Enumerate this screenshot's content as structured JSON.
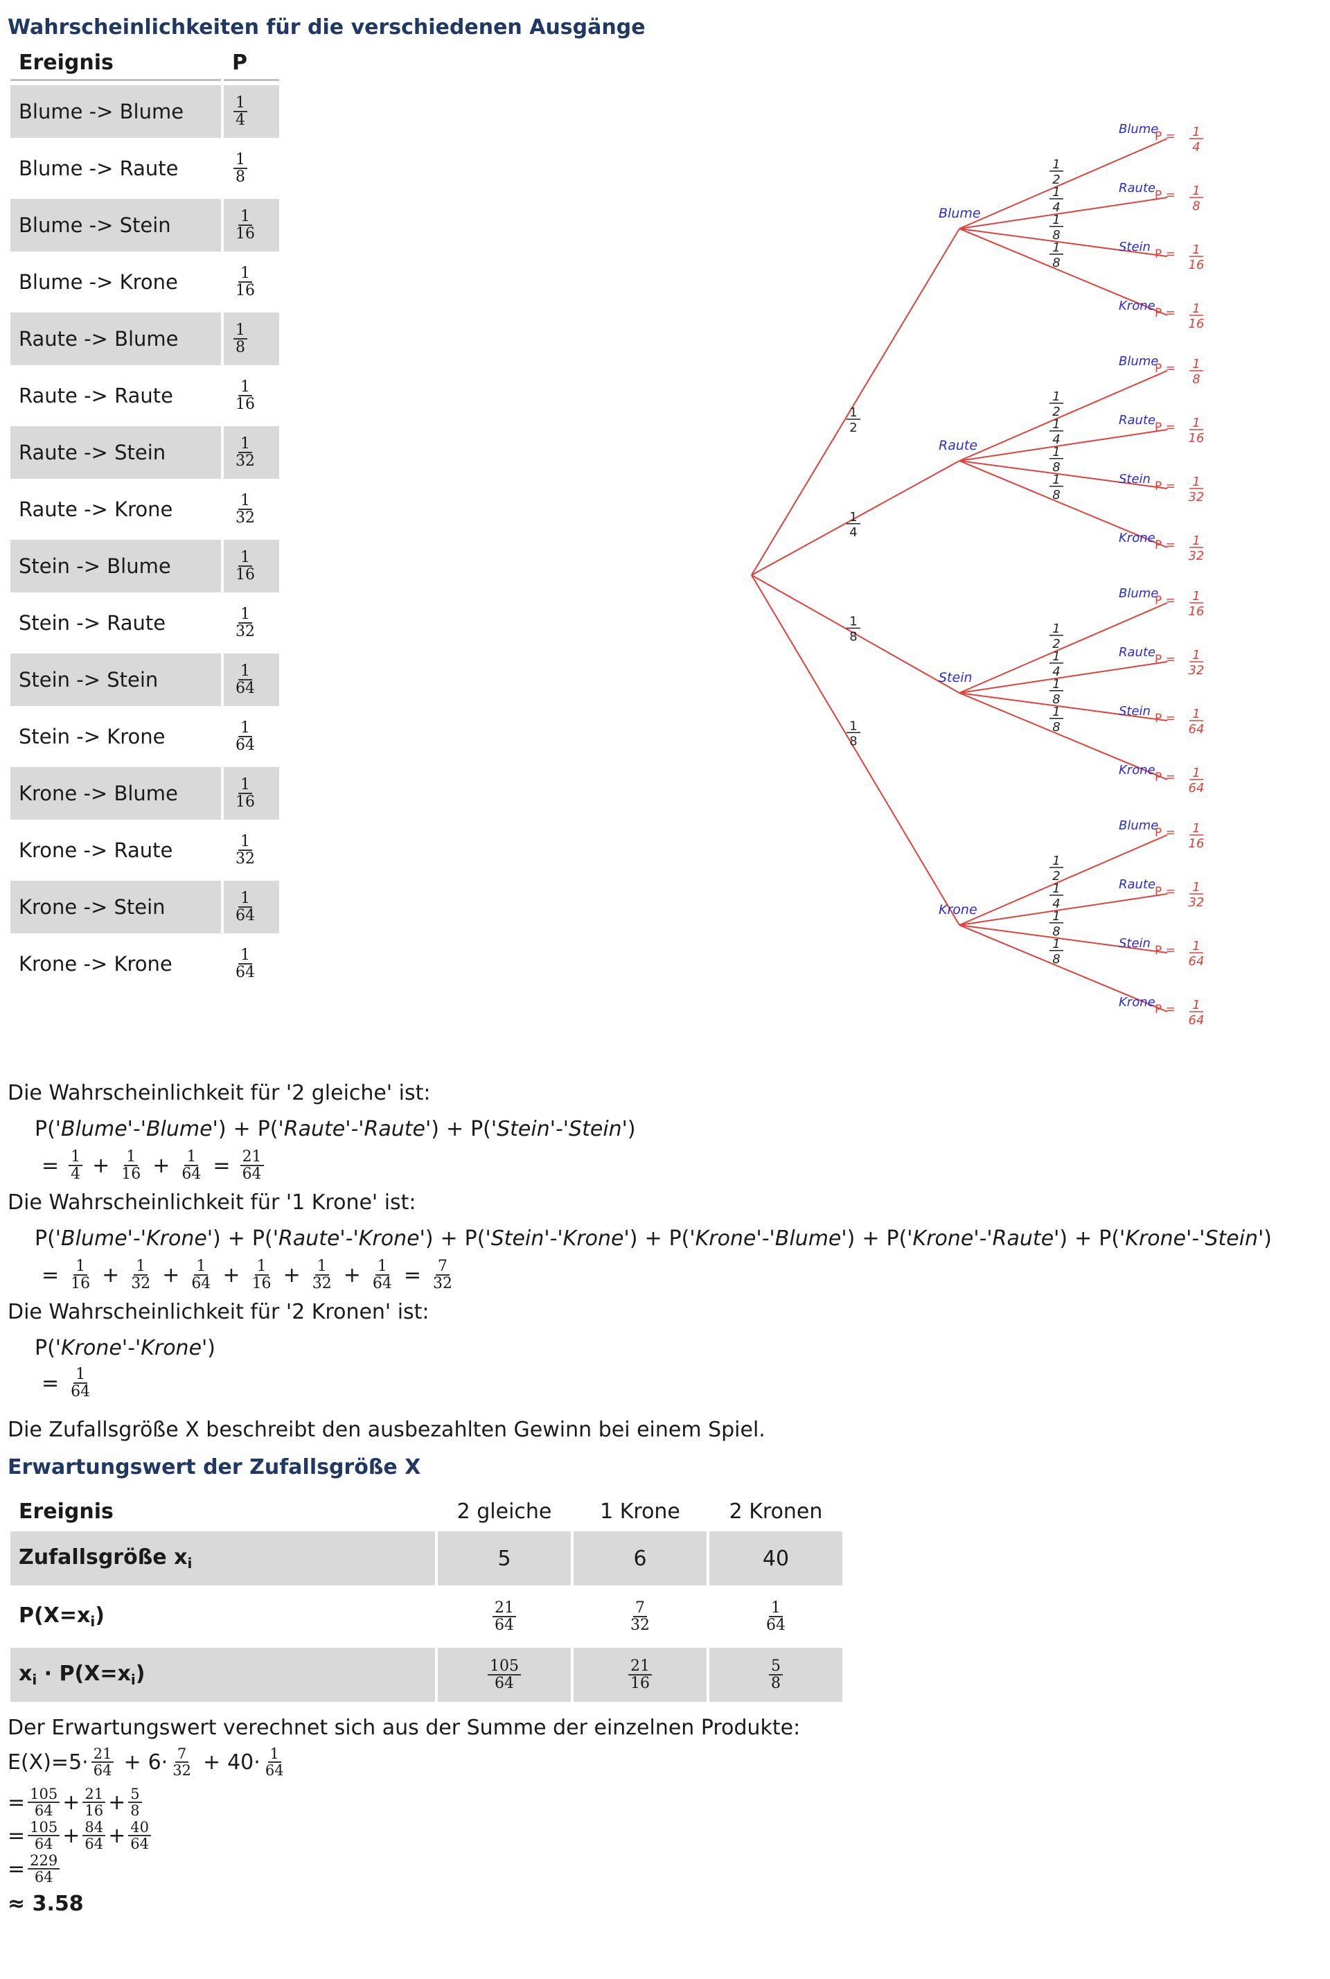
{
  "heading1": "Wahrscheinlichkeiten für die verschiedenen Ausgänge",
  "table1": {
    "headers": [
      "Ereignis",
      "P"
    ],
    "rows": [
      {
        "event": "Blume -> Blume",
        "num": "1",
        "den": "4"
      },
      {
        "event": "Blume -> Raute",
        "num": "1",
        "den": "8"
      },
      {
        "event": "Blume -> Stein",
        "num": "1",
        "den": "16"
      },
      {
        "event": "Blume -> Krone",
        "num": "1",
        "den": "16"
      },
      {
        "event": "Raute -> Blume",
        "num": "1",
        "den": "8"
      },
      {
        "event": "Raute -> Raute",
        "num": "1",
        "den": "16"
      },
      {
        "event": "Raute -> Stein",
        "num": "1",
        "den": "32"
      },
      {
        "event": "Raute -> Krone",
        "num": "1",
        "den": "32"
      },
      {
        "event": "Stein -> Blume",
        "num": "1",
        "den": "16"
      },
      {
        "event": "Stein -> Raute",
        "num": "1",
        "den": "32"
      },
      {
        "event": "Stein -> Stein",
        "num": "1",
        "den": "64"
      },
      {
        "event": "Stein -> Krone",
        "num": "1",
        "den": "64"
      },
      {
        "event": "Krone -> Blume",
        "num": "1",
        "den": "16"
      },
      {
        "event": "Krone -> Raute",
        "num": "1",
        "den": "32"
      },
      {
        "event": "Krone -> Stein",
        "num": "1",
        "den": "64"
      },
      {
        "event": "Krone -> Krone",
        "num": "1",
        "den": "64"
      }
    ]
  },
  "tree": {
    "first_level": [
      {
        "label": "Blume",
        "branch": "1/2"
      },
      {
        "label": "Raute",
        "branch": "1/4"
      },
      {
        "label": "Stein",
        "branch": "1/8"
      },
      {
        "label": "Krone",
        "branch": "1/8"
      }
    ],
    "second_branch_probs": [
      "1/2",
      "1/4",
      "1/8",
      "1/8"
    ],
    "leaf_labels": [
      "Blume",
      "Raute",
      "Stein",
      "Krone"
    ],
    "leaf_prob_prefix": "P =",
    "leaf_probs": [
      [
        "1/4",
        "1/8",
        "1/16",
        "1/16"
      ],
      [
        "1/8",
        "1/16",
        "1/32",
        "1/32"
      ],
      [
        "1/16",
        "1/32",
        "1/64",
        "1/64"
      ],
      [
        "1/16",
        "1/32",
        "1/64",
        "1/64"
      ]
    ],
    "colors": {
      "line": "#e0403a",
      "label": "#2b2bd6",
      "prob": "#e0403a"
    }
  },
  "text_gleiche": "Die Wahrscheinlichkeit für '2 gleiche' ist:",
  "text_krone": "Die Wahrscheinlichkeit für '1 Krone' ist:",
  "text_kronen": "Die Wahrscheinlichkeit für '2 Kronen' ist:",
  "terms_gleiche": [
    "Blume'-'Blume",
    "Raute'-'Raute",
    "Stein'-'Stein"
  ],
  "fracs_gleiche": [
    [
      "1",
      "4"
    ],
    [
      "1",
      "16"
    ],
    [
      "1",
      "64"
    ]
  ],
  "result_gleiche": [
    "21",
    "64"
  ],
  "terms_krone": [
    "Blume'-'Krone",
    "Raute'-'Krone",
    "Stein'-'Krone",
    "Krone'-'Blume",
    "Krone'-'Raute",
    "Krone'-'Stein"
  ],
  "fracs_krone": [
    [
      "1",
      "16"
    ],
    [
      "1",
      "32"
    ],
    [
      "1",
      "64"
    ],
    [
      "1",
      "16"
    ],
    [
      "1",
      "32"
    ],
    [
      "1",
      "64"
    ]
  ],
  "result_krone": [
    "7",
    "32"
  ],
  "terms_kronen": [
    "Krone'-'Krone"
  ],
  "result_kronen": [
    "1",
    "64"
  ],
  "text_x": "Die Zufallsgröße X beschreibt den ausbezahlten Gewinn bei einem Spiel.",
  "heading2": "Erwartungswert der Zufallsgröße X",
  "table2": {
    "header_label": "Ereignis",
    "columns": [
      "2 gleiche",
      "1 Krone",
      "2 Kronen"
    ],
    "row_x_label": "Zufallsgröße x",
    "row_x_sub": "i",
    "row_x": [
      "5",
      "6",
      "40"
    ],
    "row_p_label": "P(X=x",
    "row_p_sub": "i",
    "row_p_close": ")",
    "row_p": [
      [
        "21",
        "64"
      ],
      [
        "7",
        "32"
      ],
      [
        "1",
        "64"
      ]
    ],
    "row_xp_label": "x",
    "row_xp_mid": " · P(X=x",
    "row_xp": [
      [
        "105",
        "64"
      ],
      [
        "21",
        "16"
      ],
      [
        "5",
        "8"
      ]
    ]
  },
  "text_ew": "Der Erwartungswert verechnet sich aus der Summe der einzelnen Produkte:",
  "ew": {
    "prefix": "E(X)=",
    "values": [
      "5",
      "6",
      "40"
    ],
    "fracs": [
      [
        "21",
        "64"
      ],
      [
        "7",
        "32"
      ],
      [
        "1",
        "64"
      ]
    ],
    "line2": [
      [
        "105",
        "64"
      ],
      [
        "21",
        "16"
      ],
      [
        "5",
        "8"
      ]
    ],
    "line3": [
      [
        "105",
        "64"
      ],
      [
        "84",
        "64"
      ],
      [
        "40",
        "64"
      ]
    ],
    "line4": [
      "229",
      "64"
    ],
    "approx": "≈",
    "result": "3.58"
  }
}
